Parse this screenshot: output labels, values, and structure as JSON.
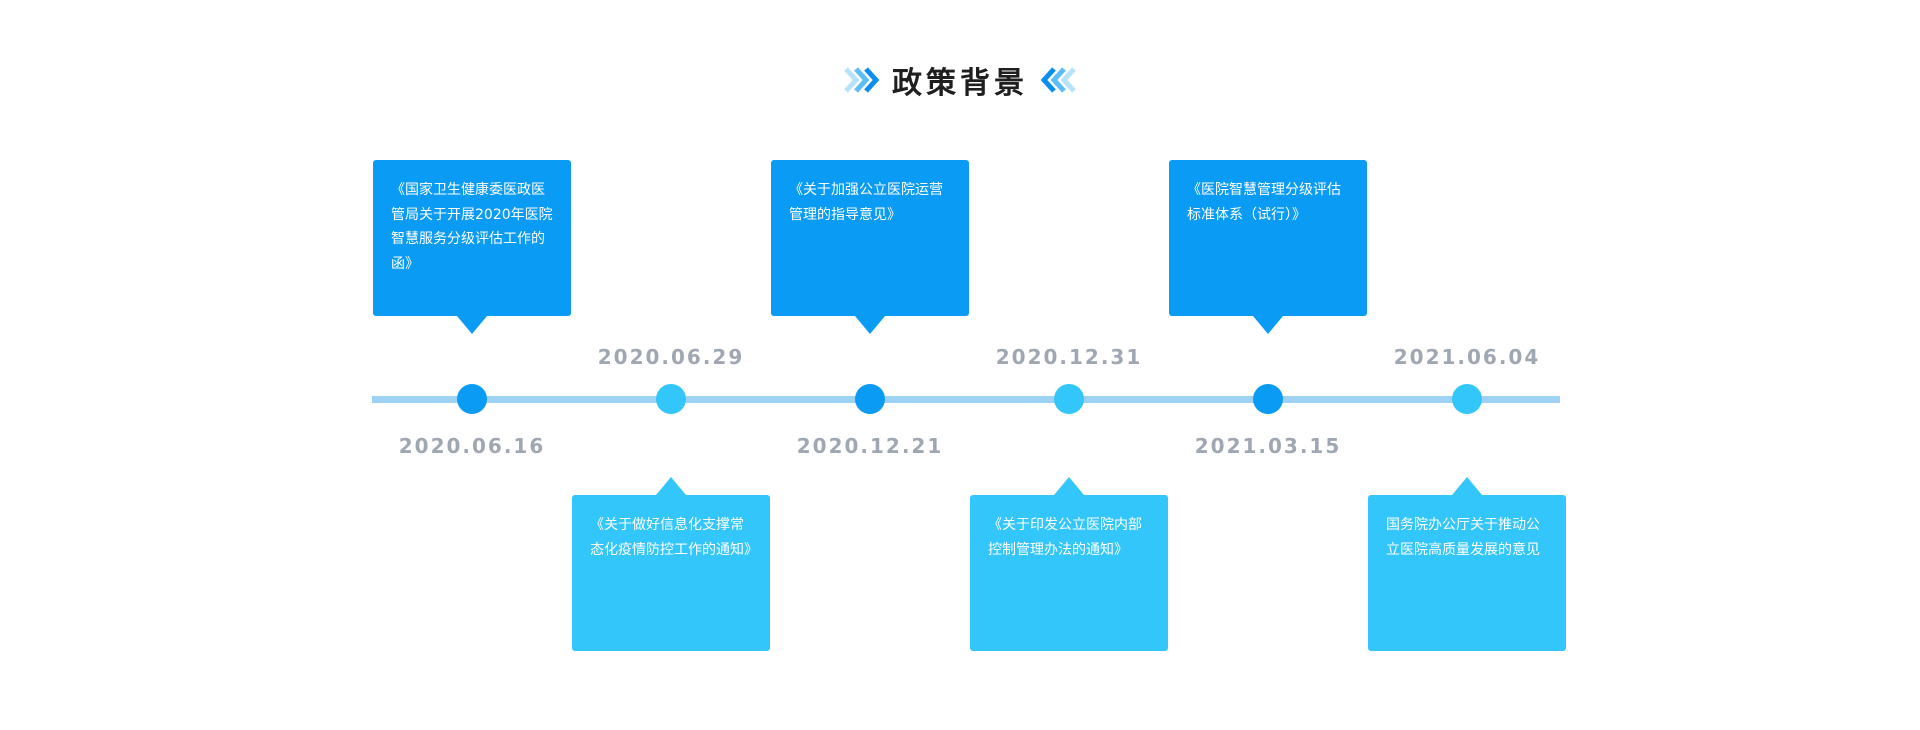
{
  "header": {
    "title": "政策背景",
    "left_icon": "double-chevron-right-icon",
    "right_icon": "double-chevron-left-icon"
  },
  "colors": {
    "dark_blue": "#0a9bf5",
    "light_blue": "#33c6fb",
    "axis": "#9dd2f5",
    "date_gray": "#9fa7b3"
  },
  "timeline": [
    {
      "date": "2020.06.16",
      "text": "《国家卫生健康委医政医管局关于开展2020年医院智慧服务分级评估工作的函》",
      "position": "top",
      "color": "#0a9bf5"
    },
    {
      "date": "2020.06.29",
      "text": "《关于做好信息化支撑常态化疫情防控工作的通知》",
      "position": "bottom",
      "color": "#33c6fb"
    },
    {
      "date": "2020.12.21",
      "text": "《关于加强公立医院运营管理的指导意见》",
      "position": "top",
      "color": "#0a9bf5"
    },
    {
      "date": "2020.12.31",
      "text": "《关于印发公立医院内部控制管理办法的通知》",
      "position": "bottom",
      "color": "#33c6fb"
    },
    {
      "date": "2021.03.15",
      "text": "《医院智慧管理分级评估标准体系（试行）》",
      "position": "top",
      "color": "#0a9bf5"
    },
    {
      "date": "2021.06.04",
      "text": "国务院办公厅关于推动公立医院高质量发展的意见",
      "position": "bottom",
      "color": "#33c6fb"
    }
  ]
}
